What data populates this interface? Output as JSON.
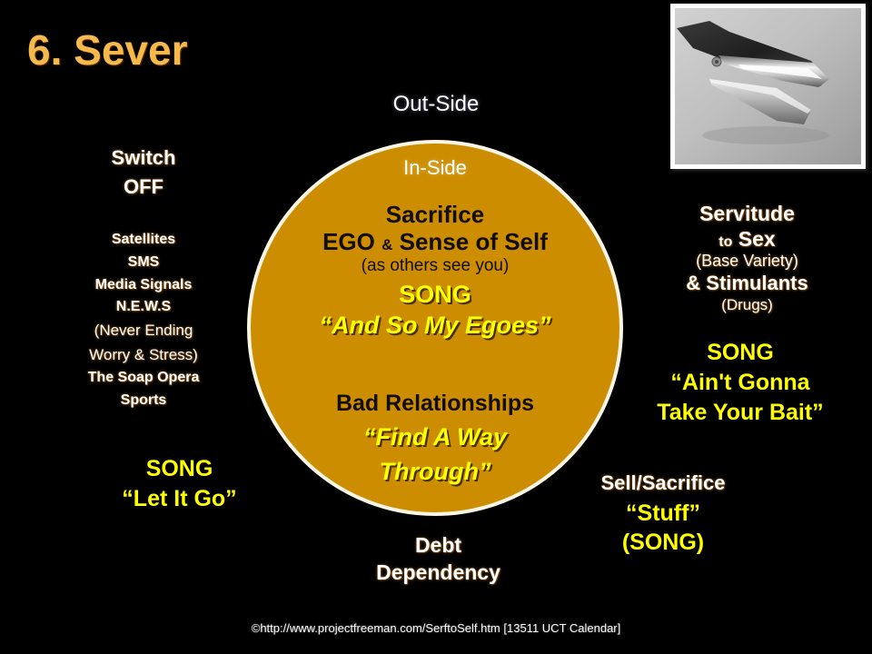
{
  "slide": {
    "title": "6. Sever",
    "title_color": "#f5b94d",
    "background_color": "#000000",
    "circle_fill": "#cc8e00",
    "circle_outline": "#fdf6e6",
    "yellow_accent": "#ffff00"
  },
  "photo": {
    "alt_name": "scissors-photo",
    "caption": ""
  },
  "labels": {
    "outside": "Out-Side",
    "inside": "In-Side"
  },
  "circle": {
    "sacrifice": "Sacrifice",
    "ego_prefix": "EGO",
    "ego_amp": "&",
    "ego_suffix": "Sense of Self",
    "as_others": "(as others see you)",
    "song_label": "SONG",
    "song_title": "“And So My Egoes”",
    "bad_relationships": "Bad Relationships",
    "find_line1": "“Find A Way",
    "find_line2": "Through”"
  },
  "left": {
    "switch": "Switch",
    "off": "OFF",
    "list": [
      {
        "text": "Satellites",
        "style": "bold"
      },
      {
        "text": "SMS",
        "style": "bold"
      },
      {
        "text": "Media Signals",
        "style": "bold"
      },
      {
        "text": "N.E.W.S",
        "style": "bold"
      },
      {
        "text": "(Never Ending",
        "style": "reg"
      },
      {
        "text": "Worry & Stress)",
        "style": "reg"
      },
      {
        "text": "The Soap Opera",
        "style": "bold"
      },
      {
        "text": "Sports",
        "style": "bold"
      }
    ],
    "song_label": "SONG",
    "song_title": "“Let It Go”"
  },
  "right": {
    "servitude": "Servitude",
    "to": "to",
    "sex": "Sex",
    "base_variety": "(Base Variety)",
    "stimulants": "& Stimulants",
    "drugs": "(Drugs)",
    "song_label": "SONG",
    "song_line1": "“Ain't Gonna",
    "song_line2": "Take Your Bait”",
    "sell_sacrifice": "Sell/Sacrifice",
    "stuff": "“Stuff”",
    "song_paren": "(SONG)"
  },
  "bottom": {
    "debt": "Debt",
    "dependency": "Dependency"
  },
  "footer": {
    "credit": "©http://www.projectfreeman.com/SerftoSelf.htm [13511 UCT Calendar]"
  }
}
